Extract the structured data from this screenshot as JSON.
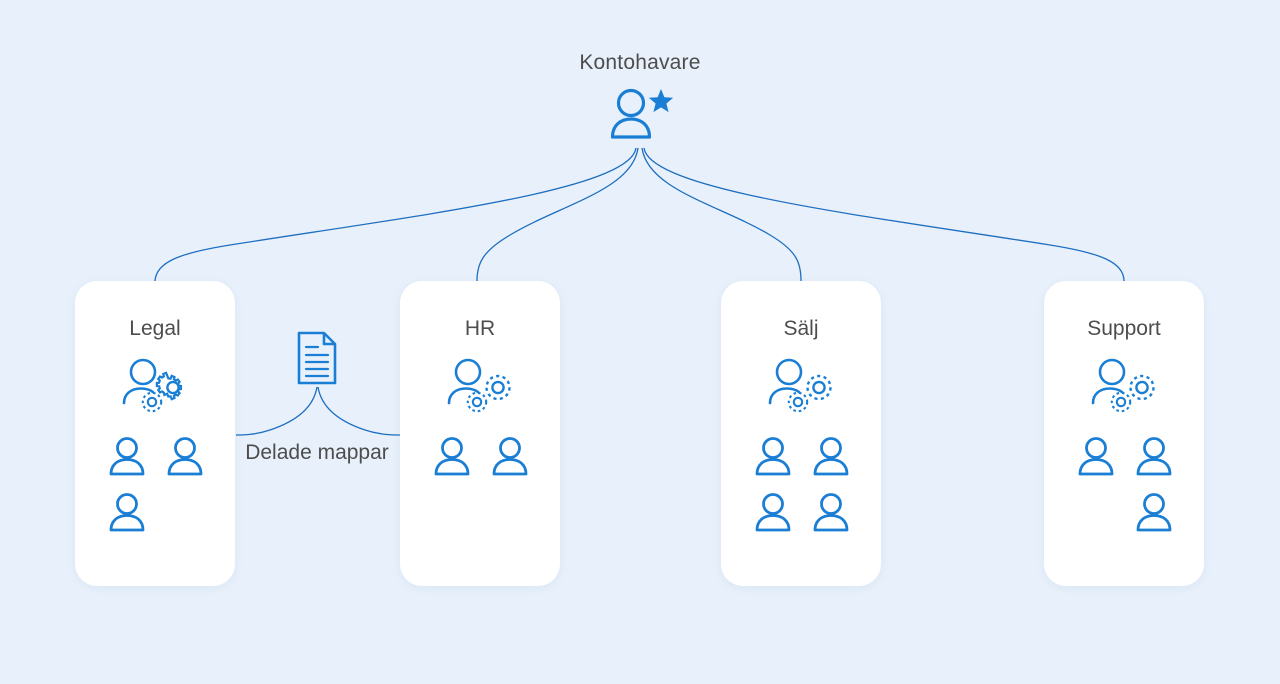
{
  "theme": {
    "background": "#e8f1fb",
    "card_background": "#ffffff",
    "icon_blue": "#1a7fd4",
    "line_blue": "#1f6fc0",
    "text_gray": "#4d4d4d"
  },
  "root": {
    "label": "Kontohavare",
    "icon": "user-star-icon"
  },
  "shared": {
    "label": "Delade mappar",
    "icon": "document-icon"
  },
  "cards": [
    {
      "title": "Legal",
      "admin_icon": "user-gears-icon",
      "user_count": 3,
      "user_icon": "user-icon",
      "layout": "2-1-left"
    },
    {
      "title": "HR",
      "admin_icon": "user-gears-icon",
      "user_count": 2,
      "user_icon": "user-icon",
      "layout": "2"
    },
    {
      "title": "Sälj",
      "admin_icon": "user-gears-icon",
      "user_count": 4,
      "user_icon": "user-icon",
      "layout": "2-2"
    },
    {
      "title": "Support",
      "admin_icon": "user-gears-icon",
      "user_count": 3,
      "user_icon": "user-icon",
      "layout": "2-1-right"
    }
  ]
}
